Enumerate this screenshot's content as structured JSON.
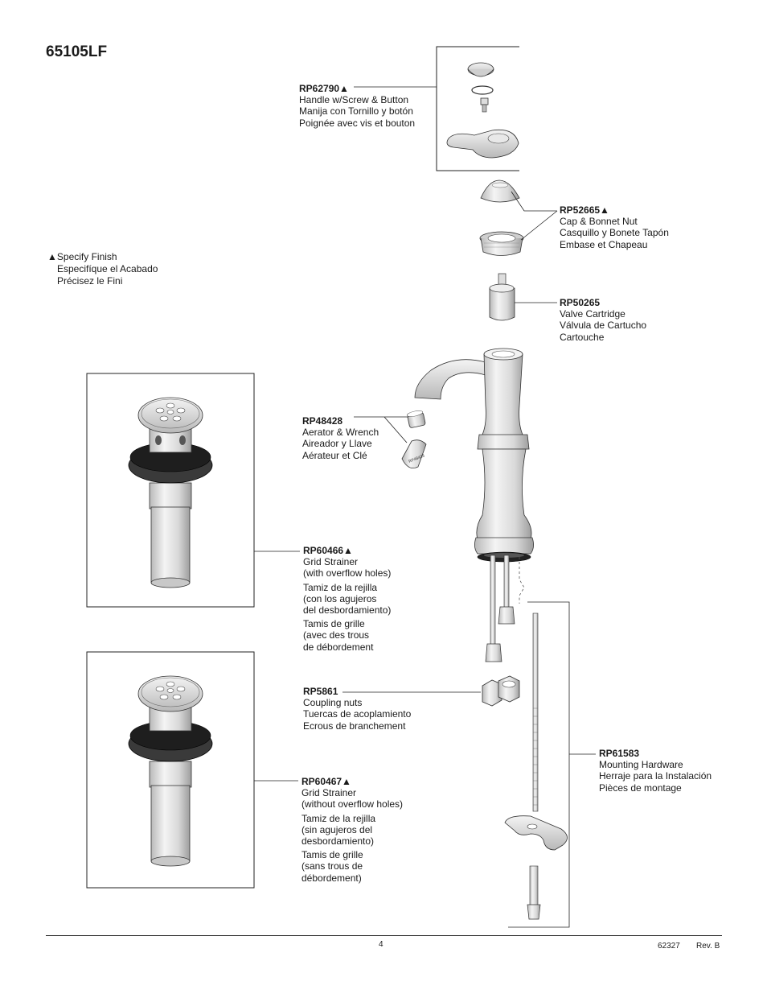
{
  "title": "65105LF",
  "finish_note": {
    "marker": "▲",
    "lines": [
      "Specify Finish",
      "Especifíque el Acabado",
      "Précisez le Fini"
    ]
  },
  "parts": {
    "handle": {
      "number": "RP62790▲",
      "lines": [
        "Handle w/Screw & Button",
        "Manija con Tornillo y botón",
        "Poignée avec vis et bouton"
      ]
    },
    "cap": {
      "number": "RP52665▲",
      "lines": [
        "Cap & Bonnet Nut",
        "Casquillo y Bonete Tapón",
        "Embase et Chapeau"
      ]
    },
    "cartridge": {
      "number": "RP50265",
      "lines": [
        "Valve Cartridge",
        "Válvula de Cartucho",
        "Cartouche"
      ]
    },
    "aerator": {
      "number": "RP48428",
      "lines": [
        "Aerator & Wrench",
        "Aireador y Llave",
        "Aérateur et Clé"
      ],
      "wrench_text": "RP48428"
    },
    "strainer_overflow": {
      "number": "RP60466▲",
      "lines_en": [
        "Grid Strainer",
        "(with overflow holes)"
      ],
      "lines_es": [
        "Tamiz de la rejilla",
        "(con los agujeros",
        "del desbordamiento)"
      ],
      "lines_fr": [
        "Tamis de grille",
        "(avec des trous",
        "de débordement"
      ]
    },
    "coupling": {
      "number": "RP5861",
      "lines": [
        "Coupling nuts",
        "Tuercas de acoplamiento",
        "Ecrous de branchement"
      ]
    },
    "mounting": {
      "number": "RP61583",
      "lines": [
        "Mounting Hardware",
        "Herraje para la Instalación",
        "Pièces de montage"
      ]
    },
    "strainer_no_overflow": {
      "number": "RP60467▲",
      "lines_en": [
        "Grid Strainer",
        "(without overflow holes)"
      ],
      "lines_es": [
        "Tamiz de la rejilla",
        "(sin agujeros del",
        "desbordamiento)"
      ],
      "lines_fr": [
        "Tamis de grille",
        "(sans trous de",
        "débordement)"
      ]
    }
  },
  "footer": {
    "page": "4",
    "doc_number": "62327",
    "revision": "Rev. B"
  }
}
